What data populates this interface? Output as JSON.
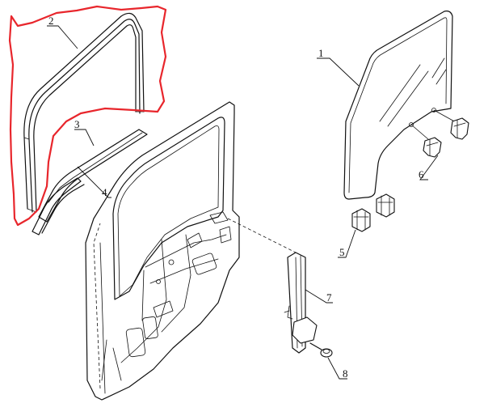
{
  "diagram": {
    "highlight_color": "#e8262c",
    "line_color": "#111111",
    "background": "#ffffff",
    "callouts": [
      {
        "id": "c2",
        "label": "2"
      },
      {
        "id": "c3",
        "label": "3"
      },
      {
        "id": "c4",
        "label": "4"
      },
      {
        "id": "c1",
        "label": "1"
      },
      {
        "id": "c6",
        "label": "6"
      },
      {
        "id": "c5",
        "label": "5"
      },
      {
        "id": "c7",
        "label": "7"
      },
      {
        "id": "c8",
        "label": "8"
      }
    ]
  }
}
